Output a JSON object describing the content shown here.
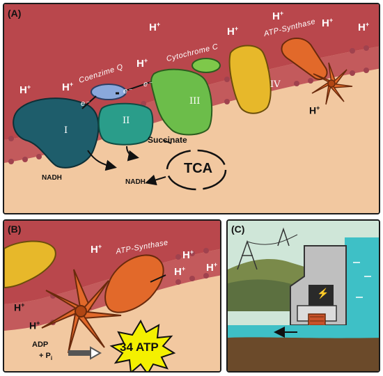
{
  "panels": {
    "a": {
      "label": "(A)",
      "h_plus": "H",
      "h_sup": "+",
      "coenzyme": "Coenzime Q",
      "cytochrome": "Cytochrome C",
      "atp_synthase": "ATP-Synthase",
      "e_minus": "e⁻",
      "complexes": [
        "I",
        "II",
        "III",
        "IV"
      ],
      "nadh": "NADH",
      "succinate": "Succinate",
      "tca": "TCA"
    },
    "b": {
      "label": "(B)",
      "h_plus": "H",
      "h_sup": "+",
      "atp_synthase": "ATP-Synthase",
      "adp": "ADP",
      "pi": "+ P",
      "pi_sub": "i",
      "atp_burst": "34 ATP"
    },
    "c": {
      "label": "(C)",
      "bolt": "⚡"
    }
  },
  "colors": {
    "outer_membrane": "#b9474c",
    "matrix": "#f2c8a0",
    "lipid": "#a0424e",
    "complex_I": "#1e5d6b",
    "complex_II": "#2a9d8a",
    "complex_III": "#6cbd4a",
    "complex_IV": "#e7b82a",
    "atp_synthase": "#e2692a",
    "coenzyme_q": "#8aa8dc",
    "cytochrome_c": "#7ec84a",
    "atp_burst": "#f4f000"
  }
}
